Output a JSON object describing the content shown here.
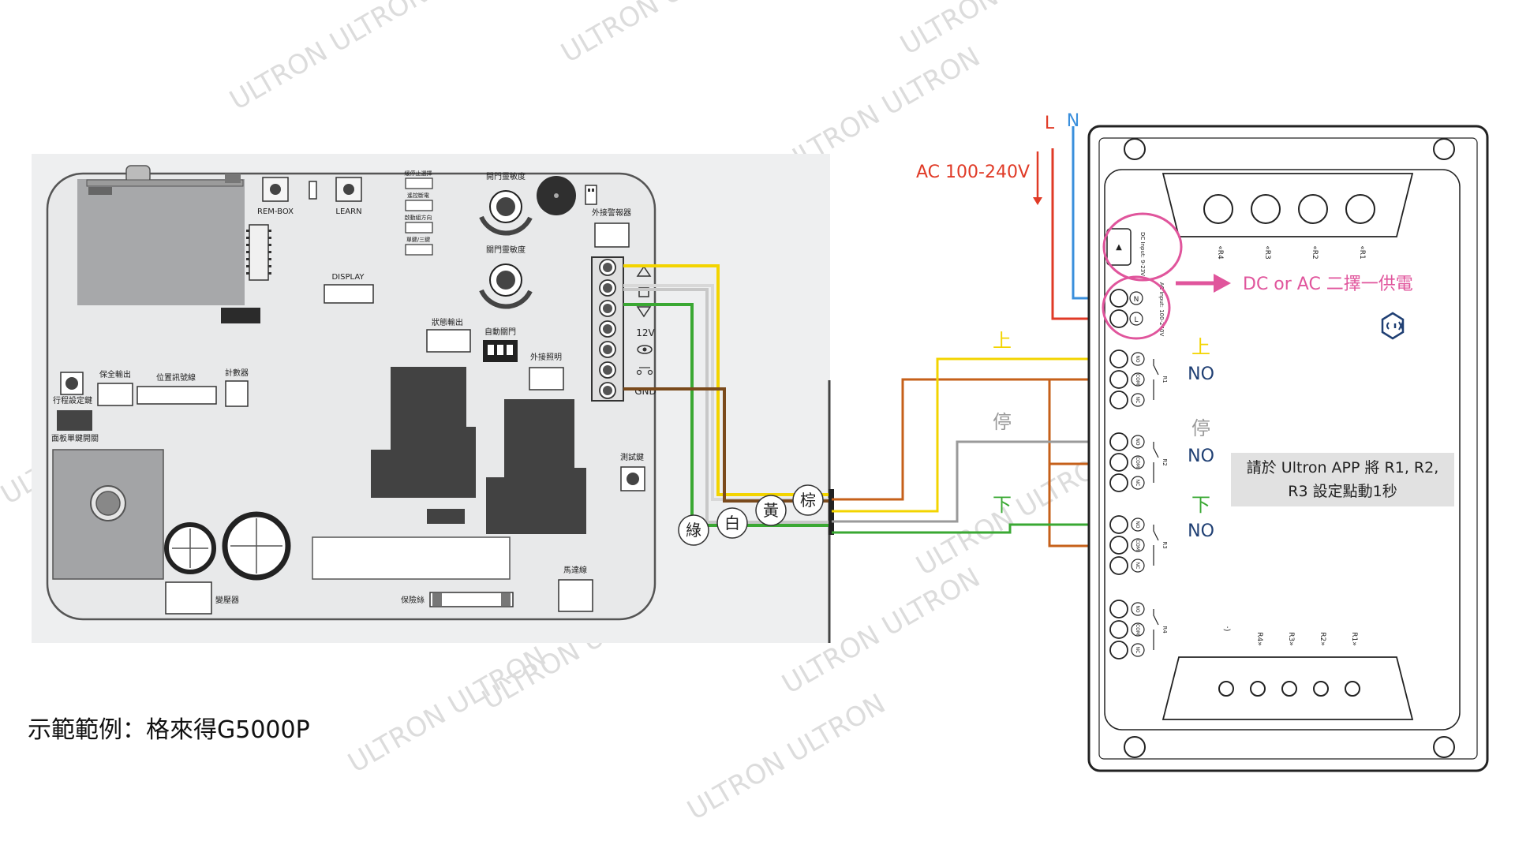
{
  "caption": "示範範例：格來得G5000P",
  "watermark": {
    "text": "ULTRON",
    "color": "#dcdcdc"
  },
  "colors": {
    "red": "#e03a26",
    "blue": "#3a8fdc",
    "pink": "#e0559c",
    "yellow": "#f3d400",
    "brown": "#c6601a",
    "gray": "#9a9a9a",
    "green": "#3aa833",
    "navy": "#1f3f73",
    "board": "#e8e9ea"
  },
  "controller": {
    "buttons": {
      "rem_box": "REM-BOX",
      "learn": "LEARN",
      "test": "測試鍵",
      "travel": "行程設定鍵"
    },
    "labels": {
      "display": "DISPLAY",
      "safety_out": "保全輸出",
      "position_signal": "位置訊號線",
      "counter": "計數器",
      "status_out": "狀態輸出",
      "auto_close": "自動關門",
      "ext_light": "外接照明",
      "ext_alarm": "外接警報器",
      "open_sens": "開門靈敏度",
      "close_sens": "關門靈敏度",
      "panel_switch": "面板單鍵開關",
      "transformer": "變壓器",
      "fuse": "保險絲",
      "motor": "馬達線",
      "jumper1": "緩停止選擇",
      "jumper2": "遙控斷電",
      "jumper3": "啟動組方向",
      "jumper4": "單鍵/三鍵"
    },
    "terminals": [
      "12V",
      "GND"
    ],
    "terminal_symbols": [
      "up-triangle-icon",
      "stop-square-icon",
      "down-triangle-icon",
      "eye-icon",
      "key-switch-icon"
    ],
    "wires": [
      {
        "label": "綠",
        "color": "green"
      },
      {
        "label": "白",
        "color": "white"
      },
      {
        "label": "黃",
        "color": "yellow"
      },
      {
        "label": "棕",
        "color": "brown"
      }
    ]
  },
  "power": {
    "label": "AC 100-240V",
    "l": "L",
    "n": "N"
  },
  "module": {
    "top_labels": [
      "R4",
      "R3",
      "R2",
      "R1"
    ],
    "bottom_labels": [
      "R4",
      "R3",
      "R2",
      "R1"
    ],
    "dc_input": "DC Input: 9-23V",
    "ac_input": "AC Input: 100-240V",
    "terminal_n": "N",
    "terminal_l": "L",
    "pin_labels": [
      "NO",
      "COM",
      "NC"
    ],
    "relays": [
      "R1",
      "R2",
      "R3",
      "R4"
    ]
  },
  "callout": "DC or AC 二擇一供電",
  "signals": [
    {
      "left": "上",
      "right": "上",
      "contact": "NO",
      "color": "yellow"
    },
    {
      "left": "停",
      "right": "停",
      "contact": "NO",
      "color": "gray"
    },
    {
      "left": "下",
      "right": "下",
      "contact": "NO",
      "color": "green"
    }
  ],
  "note": "請於 Ultron APP 將 R1, R2, R3 設定點動1秒"
}
